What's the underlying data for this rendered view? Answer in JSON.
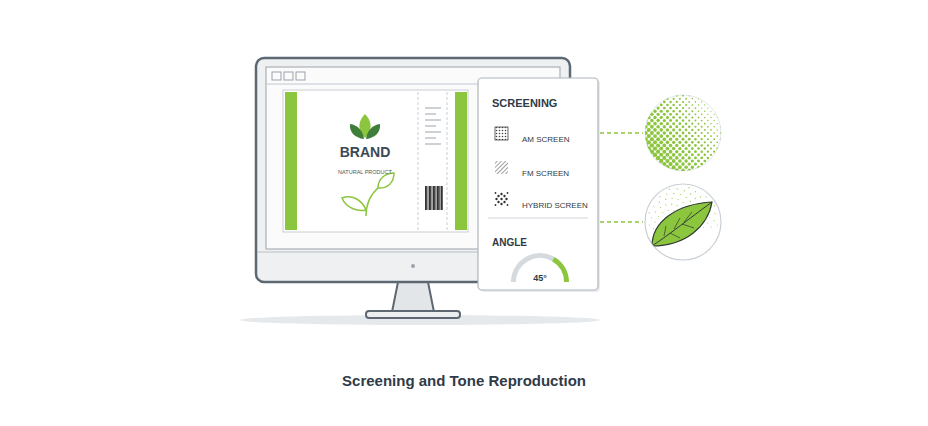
{
  "diagram": {
    "caption": "Screening and Tone Reproduction",
    "nodes": [
      {
        "text": [
          "BRAND",
          "NATURAL PRODUCT"
        ]
      },
      {
        "text": [
          "SCREENING",
          "AM SCREEN",
          "FM SCREEN",
          "HYBRID SCREEN",
          "ANGLE",
          "45°"
        ]
      }
    ]
  }
}
